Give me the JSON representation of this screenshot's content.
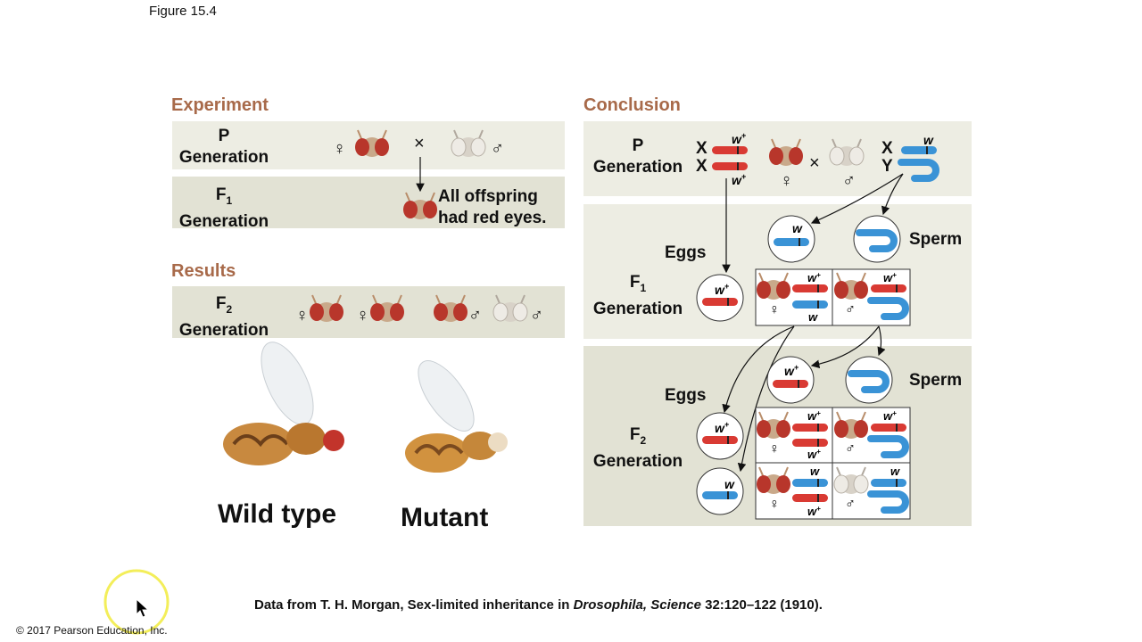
{
  "figure_label": "Figure 15.4",
  "experiment": {
    "heading": "Experiment",
    "p_label": "P",
    "generation": "Generation",
    "f1_label": "F1",
    "cross_symbol": "×",
    "female_symbol": "♀",
    "male_symbol": "♂",
    "offspring_text_line1": "All offspring",
    "offspring_text_line2": "had red eyes."
  },
  "results": {
    "heading": "Results",
    "f2_label": "F2",
    "generation": "Generation",
    "wild_type": "Wild type",
    "mutant": "Mutant"
  },
  "conclusion": {
    "heading": "Conclusion",
    "p_label": "P",
    "f1_label": "F1",
    "f2_label": "F2",
    "generation": "Generation",
    "x_label": "X",
    "y_label": "Y",
    "eggs": "Eggs",
    "sperm": "Sperm",
    "w_plus": "w+",
    "w": "w"
  },
  "citation": {
    "prefix": "Data from T. H. Morgan, Sex-limited inheritance in ",
    "italic": "Drosophila, Science",
    "suffix": " 32:120–122 (1910)."
  },
  "copyright": "© 2017 Pearson Education, Inc.",
  "colors": {
    "heading": "#a86a4a",
    "red_chromosome": "#d93a33",
    "blue_chromosome": "#3a93d6",
    "band": "#edede3",
    "band_dark": "#e2e2d4",
    "cursor_highlight": "#f3ee5a"
  }
}
